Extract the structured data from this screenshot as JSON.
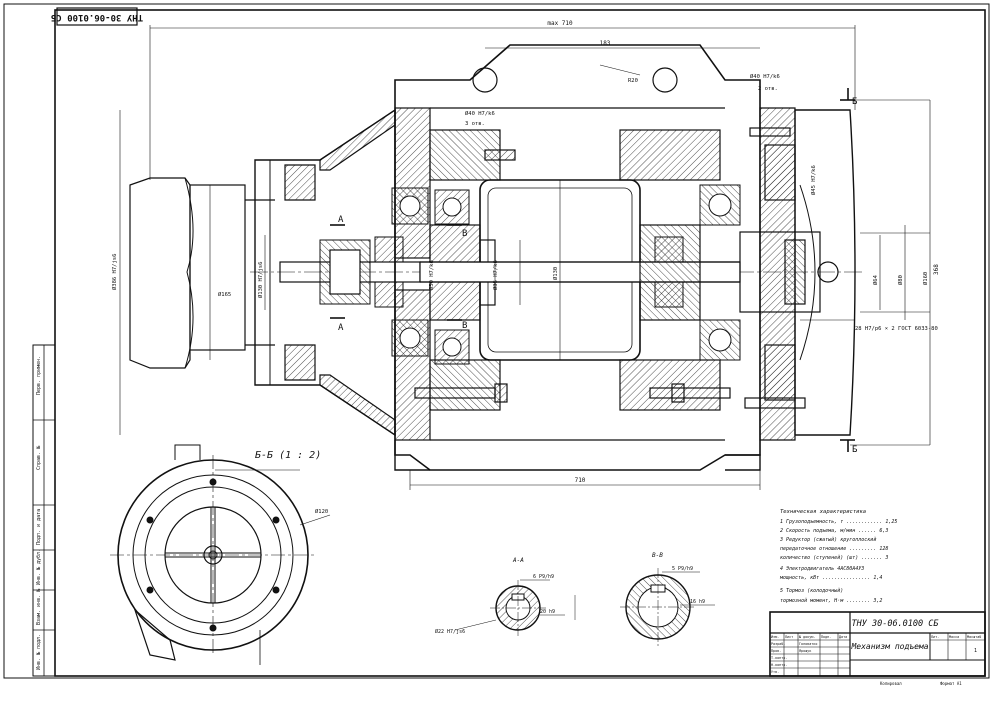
{
  "drawing": {
    "code_stamp": "ТНУ 30-06.0100 СБ",
    "title_block": {
      "designation": "ТНУ 30-06.0100 СБ",
      "name": "Механизм подъема",
      "sheet": "1",
      "sheets": "1",
      "headers": [
        "Изм.",
        "Лист",
        "№ докум.",
        "Подп.",
        "Дата"
      ],
      "roles": [
        "Разраб.",
        "Пров.",
        "Т.контр.",
        "Н.контр.",
        "Утв."
      ],
      "people": [
        "Головатко",
        "Ярошук",
        "",
        "",
        ""
      ],
      "lit_headers": [
        "Лит.",
        "Масса",
        "Масштаб"
      ],
      "copy_label": "Копировал",
      "format_label": "Формат A1"
    },
    "tech_specs": {
      "heading": "Техническая характеристика",
      "lines": [
        "1 Грузоподъемность, т ............ 1,25",
        "2 Скорость подъема, м/мин ...... 6,3",
        "3 Редуктор (сжатый) кругоплоский",
        "передаточное отношение ......... 128",
        "количество (ступеней) (шт) ....... 3",
        "4 Электродвигатель 4АС80А4У3",
        "мощность, кВт ................ 1,4",
        "5 Тормоз (колодочный)",
        "тормозной момент, Н·м ........ 3,2"
      ]
    },
    "labels": {
      "overall_length": "max 710",
      "length_top": "183",
      "length_bottom": "710",
      "height_right": "368",
      "section_bb": "Б-Б (1 : 2)",
      "section_aa": "А-А",
      "section_vv": "В-В",
      "letter_A": "А",
      "letter_B": "Б",
      "letter_V": "В",
      "dia_overall": "Ø386 H7/js6",
      "dia_motor": "Ø165",
      "dia_shaft": "Ø130 H7/js6",
      "dia_small": "Ø22 H7/js6",
      "dia_bb": "Ø120",
      "dia_right_1": "Ø160",
      "dia_right_2": "Ø130",
      "dia_right_3": "Ø80",
      "dia_right_4": "Ø64",
      "fit_1": "Ø40 H7/k6",
      "fit_2": "Ø40 H7/k6",
      "fit_3": "Ø45 H7/k6",
      "fit_4": "Ø50 H7/k6",
      "fit_5": "Ø35 H7/k6",
      "note_thread": "28 H7/p6 × 2  ГОСТ 6033-80",
      "note_r": "R20",
      "mark_3": "3 отв.",
      "mark_2": "2 отв.",
      "small_1": "6 P9/h9",
      "small_2": "5 P9/h9",
      "small_3": "20 h9",
      "small_4": "16 h9"
    },
    "side_strip": [
      "Перв. примен.",
      "Справ. №",
      "Подп. и дата",
      "Инв. № дубл.",
      "Взам. инв. №",
      "Подп. и дата",
      "Инв. № подл."
    ]
  }
}
